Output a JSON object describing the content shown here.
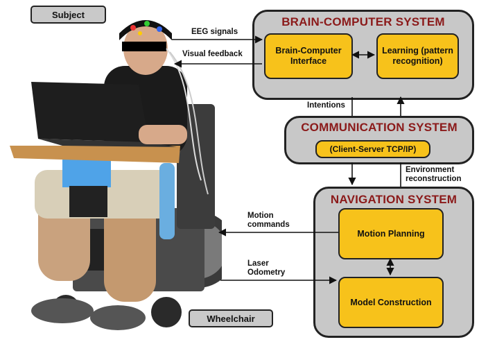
{
  "tags": {
    "subject": "Subject",
    "wheelchair": "Wheelchair"
  },
  "systems": {
    "bci": {
      "title": "BRAIN-COMPUTER SYSTEM",
      "modules": {
        "interface": "Brain-Computer Interface",
        "learning": "Learning (pattern recognition)"
      }
    },
    "comm": {
      "title": "COMMUNICATION SYSTEM",
      "modules": {
        "protocol": "(Client-Server TCP/IP)"
      }
    },
    "nav": {
      "title": "NAVIGATION SYSTEM",
      "modules": {
        "motion_planning": "Motion Planning",
        "model_construction": "Model Construction"
      }
    }
  },
  "links": {
    "eeg": "EEG signals",
    "visual": "Visual feedback",
    "intentions": "Intentions",
    "environment": "Environment reconstruction",
    "motion_commands": "Motion commands",
    "laser_odometry": "Laser Odometry"
  },
  "photo": {
    "caption": ""
  },
  "colors": {
    "module": "#f7c21b",
    "system_bg": "#c8c8c8",
    "title": "#8b1a1a"
  }
}
